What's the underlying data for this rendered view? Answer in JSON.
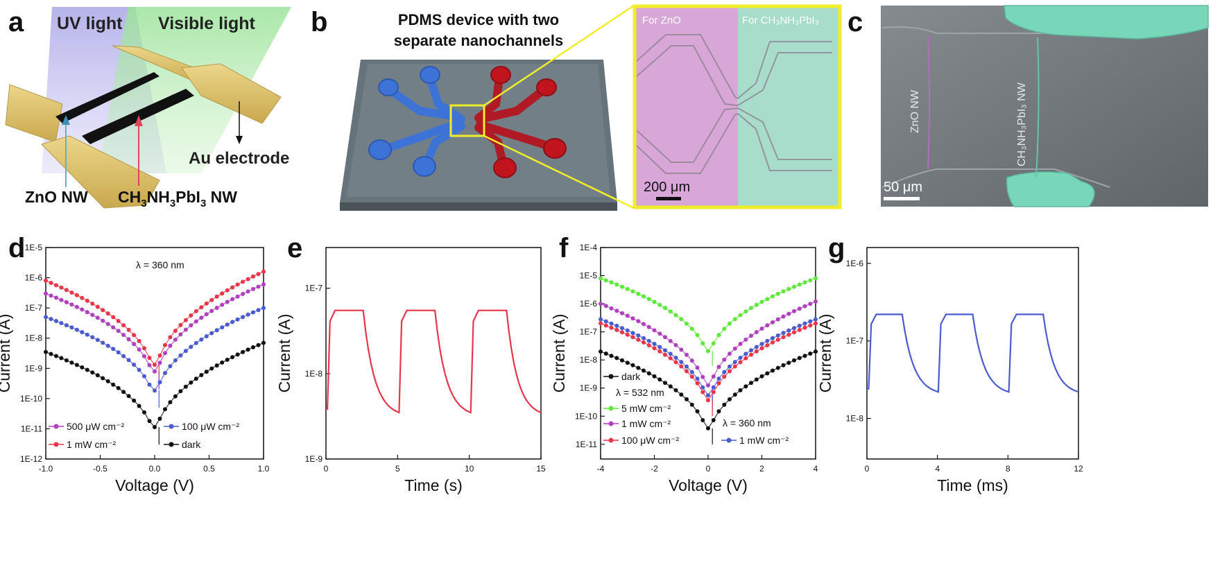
{
  "panels": {
    "a": {
      "letter": "a",
      "uv_label": "UV light",
      "vis_label": "Visible light",
      "au_label": "Au electrode",
      "zno_label": "ZnO  NW",
      "mapi_label_main": "CH",
      "mapi_sub1": "3",
      "mapi_mid1": "NH",
      "mapi_sub2": "3",
      "mapi_mid2": "PbI",
      "mapi_sub3": "3",
      "mapi_end": " NW",
      "colors": {
        "uv": "#b9b6e8",
        "visible": "#a8e8a0",
        "gold": "#d9c06a",
        "nw": "#111111",
        "zno_arrow": "#5fb3c9",
        "mapi_arrow": "#e0455c"
      }
    },
    "b": {
      "letter": "b",
      "title_line1": "PDMS device with two",
      "title_line2": "separate nanochannels",
      "inset_left_label": "For ZnO",
      "inset_right_label": "For CH₃NH₃PbI₃",
      "scale_label": "200 μm",
      "colors": {
        "blue": "#3d73d6",
        "red": "#c0151f",
        "device": "#5c6a72",
        "frame": "#f0ee2a",
        "inset_left": "#d8a7d8",
        "inset_right": "#a8dccb"
      }
    },
    "c": {
      "letter": "c",
      "zno_label": "ZnO NW",
      "mapi_label": "CH₃NH₃PbI₃ NW",
      "scale_label": "50 μm",
      "colors": {
        "bg": "#6e7477",
        "electrode": "#78d6b9"
      }
    }
  },
  "chart_data": [
    {
      "id": "d",
      "letter": "d",
      "type": "scatter",
      "xlabel": "Voltage (V)",
      "ylabel": "Current (A)",
      "xlim": [
        -1.0,
        1.0
      ],
      "ylim": [
        1e-12,
        1e-05
      ],
      "yscale": "log",
      "xticks": [
        "-1.0",
        "-0.5",
        "0.0",
        "0.5",
        "1.0"
      ],
      "yticks": [
        "1E-12",
        "1E-11",
        "1E-10",
        "1E-9",
        "1E-8",
        "1E-7",
        "1E-6",
        "1E-5"
      ],
      "annotation": "λ = 360 nm",
      "legend": [
        {
          "name": "500 μW cm⁻²",
          "color": "#b23fbf"
        },
        {
          "name": "100 μW cm⁻²",
          "color": "#4a5bd0"
        },
        {
          "name": "1 mW cm⁻²",
          "color": "#e8354a"
        },
        {
          "name": "dark",
          "color": "#111111"
        }
      ],
      "series": [
        {
          "name": "1 mW cm⁻²",
          "color": "#e8354a",
          "left": 8e-07,
          "right": 1.6e-06,
          "min": 3e-10
        },
        {
          "name": "500 μW cm⁻²",
          "color": "#b23fbf",
          "left": 3e-07,
          "right": 6e-07,
          "min": 2e-10
        },
        {
          "name": "100 μW cm⁻²",
          "color": "#4a5bd0",
          "left": 5e-08,
          "right": 1e-07,
          "min": 5e-11
        },
        {
          "name": "dark",
          "color": "#111111",
          "left": 3.5e-09,
          "right": 7e-09,
          "min": 3e-12
        }
      ]
    },
    {
      "id": "e",
      "letter": "e",
      "type": "line",
      "xlabel": "Time (s)",
      "ylabel": "Current (A)",
      "xlim": [
        0,
        15
      ],
      "ylim": [
        1e-09,
        3e-07
      ],
      "yscale": "log",
      "xticks": [
        "0",
        "5",
        "10",
        "15"
      ],
      "yticks": [
        "1E-9",
        "1E-8",
        "1E-7"
      ],
      "color": "#e8354a",
      "on_level": 5.5e-08,
      "off_level": 3.5e-09,
      "cycles": [
        [
          0.1,
          2.6
        ],
        [
          5.1,
          7.6
        ],
        [
          10.1,
          12.6
        ]
      ]
    },
    {
      "id": "f",
      "letter": "f",
      "type": "scatter",
      "xlabel": "Voltage (V)",
      "ylabel": "Current (A)",
      "xlim": [
        -4,
        4
      ],
      "ylim": [
        3e-12,
        0.0001
      ],
      "yscale": "log",
      "xticks": [
        "-4",
        "-2",
        "0",
        "2",
        "4"
      ],
      "yticks": [
        "1E-11",
        "1E-10",
        "1E-9",
        "1E-8",
        "1E-7",
        "1E-6",
        "1E-5",
        "1E-4"
      ],
      "annotations": [
        "λ = 532 nm",
        "λ = 360 nm"
      ],
      "legend": [
        {
          "name": "dark",
          "color": "#111111"
        },
        {
          "name": "5 mW cm⁻²",
          "color": "#5de83a"
        },
        {
          "name": "1 mW cm⁻²",
          "color": "#b23fbf"
        },
        {
          "name": "100 μW cm⁻²",
          "color": "#e8354a"
        },
        {
          "name": "1 mW cm⁻²",
          "color": "#4a5bd0"
        }
      ],
      "series": [
        {
          "name": "5 mW cm⁻²",
          "color": "#5de83a",
          "left": 8e-06,
          "right": 8e-06,
          "min": 6e-09
        },
        {
          "name": "1 mW cm⁻² (532 nm)",
          "color": "#b23fbf",
          "left": 1e-06,
          "right": 1.2e-06,
          "min": 3e-10
        },
        {
          "name": "1 mW cm⁻² (360 nm)",
          "color": "#4a5bd0",
          "left": 2.8e-07,
          "right": 2.8e-07,
          "min": 1.5e-10
        },
        {
          "name": "100 μW cm⁻²",
          "color": "#e8354a",
          "left": 2e-07,
          "right": 2e-07,
          "min": 1e-10
        },
        {
          "name": "dark",
          "color": "#111111",
          "left": 2e-08,
          "right": 2e-08,
          "min": 1e-11
        }
      ]
    },
    {
      "id": "g",
      "letter": "g",
      "type": "line",
      "xlabel": "Time (ms)",
      "ylabel": "Current (A)",
      "xlim": [
        0,
        12
      ],
      "ylim": [
        3e-09,
        1.6e-06
      ],
      "yscale": "log",
      "xticks": [
        "0",
        "4",
        "8",
        "12"
      ],
      "yticks": [
        "1E-8",
        "1E-7",
        "1E-6"
      ],
      "color": "#4a5bd0",
      "on_level": 2.2e-07,
      "off_level": 2.2e-08,
      "cycles": [
        [
          0.1,
          2.0
        ],
        [
          4.05,
          6.0
        ],
        [
          8.05,
          10.0
        ]
      ]
    }
  ]
}
